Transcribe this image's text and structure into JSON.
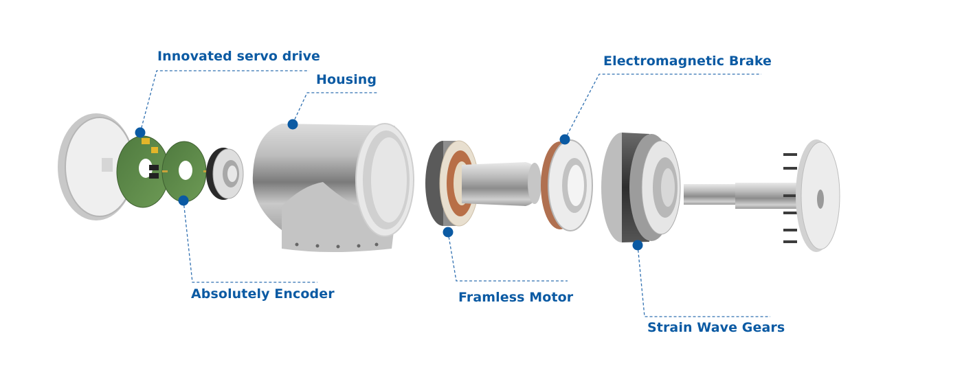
{
  "diagram": {
    "title": "",
    "accent_color": "#0b5aa3",
    "background": "#ffffff",
    "labels": [
      {
        "id": "servo-drive",
        "text": "Innovated servo drive"
      },
      {
        "id": "housing",
        "text": "Housing"
      },
      {
        "id": "brake",
        "text": "Electromagnetic Brake"
      },
      {
        "id": "encoder",
        "text": "Absolutely Encoder"
      },
      {
        "id": "motor",
        "text": "Framless Motor"
      },
      {
        "id": "gears",
        "text": "Strain Wave Gears"
      }
    ],
    "components": [
      "end-cap",
      "servo-drive-board",
      "encoder-board",
      "bearing-ring",
      "housing",
      "frameless-motor",
      "electromagnetic-brake",
      "strain-wave-gear",
      "output-shaft-flange"
    ]
  }
}
